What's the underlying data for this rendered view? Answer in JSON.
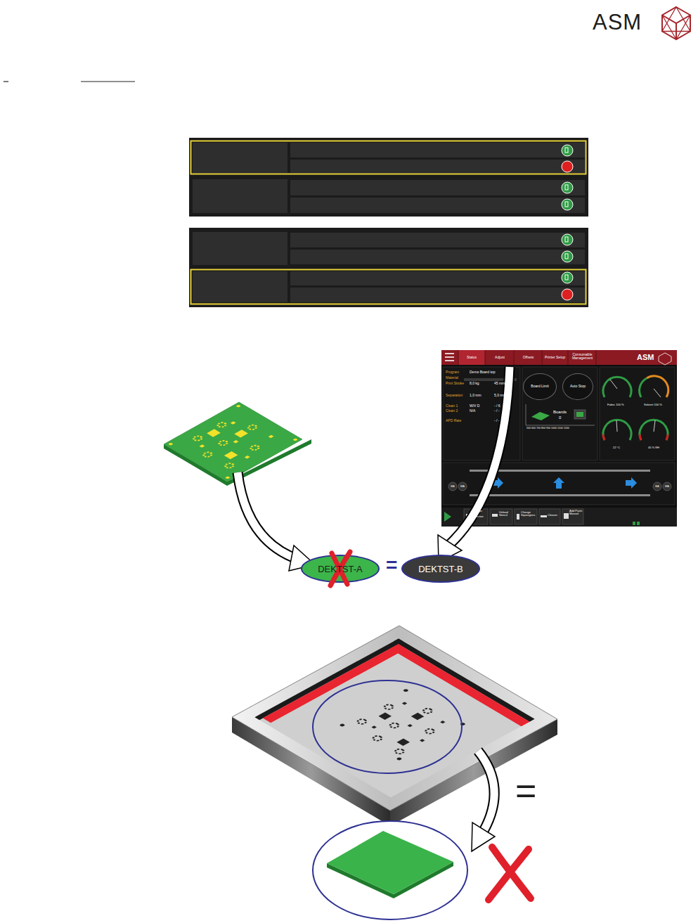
{
  "diagram": {
    "nodes": [
      {
        "text": [
          "Board Limit"
        ]
      },
      {
        "text": [
          "Auto Stop"
        ]
      },
      {
        "text": [
          "DEKTST-A"
        ]
      },
      {
        "text": [
          "DEKTST-B"
        ]
      }
    ],
    "labels": [
      "ASM",
      "Status",
      "Adjust",
      "Offsets",
      "Printer Setup",
      "Consumable Management",
      "ASM",
      "Program",
      "Demo Board top",
      "Material",
      "Print Stroke",
      "8,0 kg",
      "45 mm/s",
      "Separation",
      "1,0 mm",
      "5,0 mm/s",
      "Clean 1",
      "W/V D",
      "- / 6",
      "Clean 2",
      "N/A",
      "- / -",
      "APD Rate",
      "- / -",
      "Boards",
      "0",
      "Fabric 100 %",
      "Solvent 100 %",
      "22 °C",
      "45 % RH",
      "500 600 700 800 900 1000 1100 1200",
      "BA",
      "MA",
      "BA",
      "MA",
      "Change Print Direction",
      "Unload Stencil",
      "Change Squeegees",
      "Cleaner",
      "Add Paste Manual",
      "=",
      "="
    ]
  }
}
